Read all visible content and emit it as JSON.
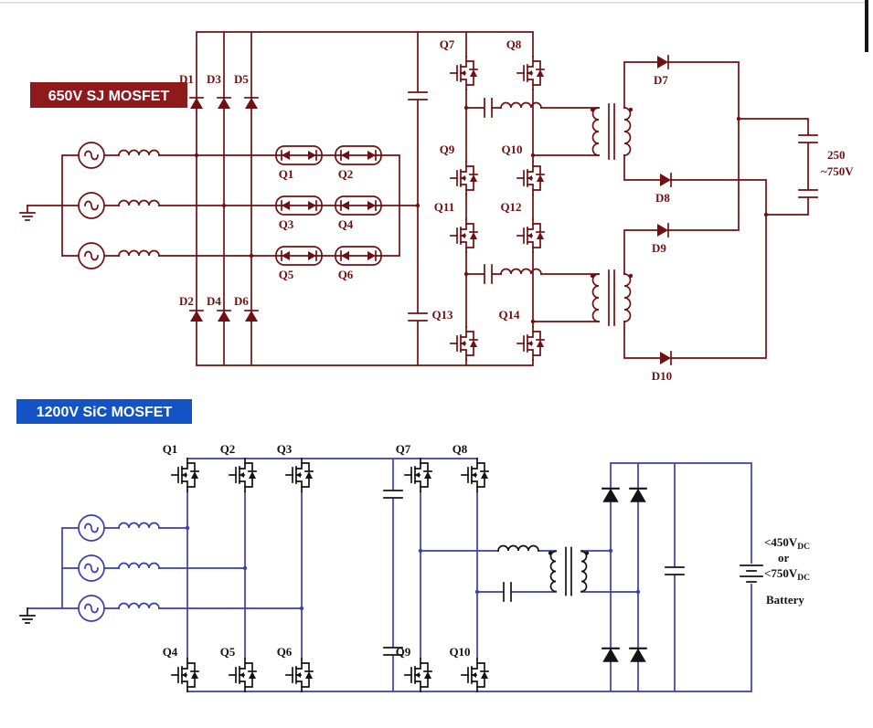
{
  "top_circuit": {
    "title": "650V SJ MOSFET",
    "accent": "#8e1a1c",
    "line_color": "#701012",
    "labels": {
      "d1": "D1",
      "d2": "D2",
      "d3": "D3",
      "d4": "D4",
      "d5": "D5",
      "d6": "D6",
      "q1": "Q1",
      "q2": "Q2",
      "q3": "Q3",
      "q4": "Q4",
      "q5": "Q5",
      "q6": "Q6",
      "q7": "Q7",
      "q8": "Q8",
      "q9": "Q9",
      "q10": "Q10",
      "q11": "Q11",
      "q12": "Q12",
      "q13": "Q13",
      "q14": "Q14",
      "d7": "D7",
      "d8": "D8",
      "d9": "D9",
      "d10": "D10",
      "vout_line1": "250",
      "vout_line2": "~750V"
    }
  },
  "bottom_circuit": {
    "title": "1200V SiC MOSFET",
    "accent": "#1353c4",
    "line_color": "#3a3fae",
    "component_color": "#141414",
    "labels": {
      "q1": "Q1",
      "q2": "Q2",
      "q3": "Q3",
      "q4": "Q4",
      "q5": "Q5",
      "q6": "Q6",
      "q7": "Q7",
      "q8": "Q8",
      "q9": "Q9",
      "q10": "Q10",
      "v1": "<450V",
      "v1_sub": "DC",
      "or": "or",
      "v2": "<750V",
      "v2_sub": "DC",
      "battery": "Battery"
    }
  }
}
